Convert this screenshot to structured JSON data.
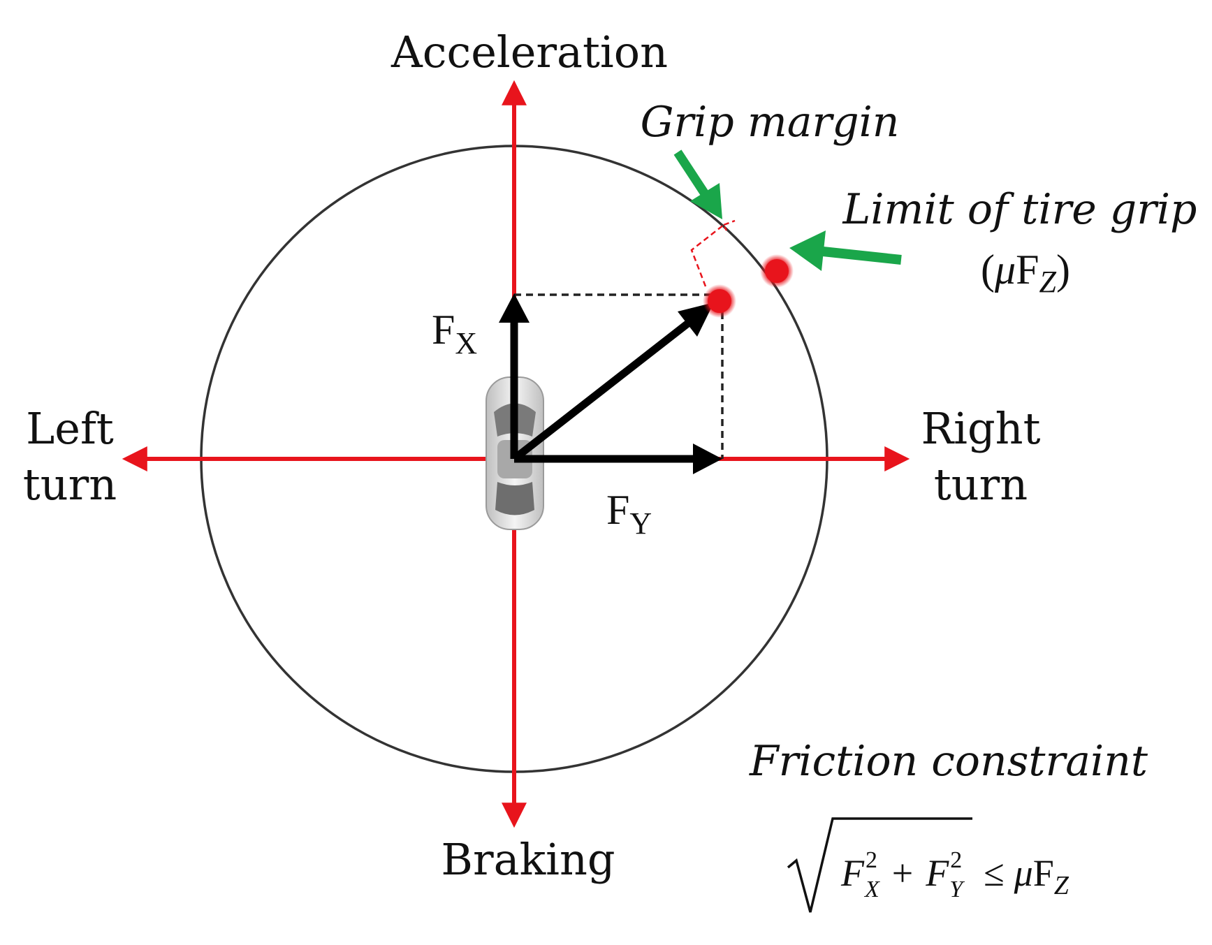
{
  "labels": {
    "acceleration": "Acceleration",
    "braking": "Braking",
    "left_turn_1": "Left",
    "left_turn_2": "turn",
    "right_turn_1": "Right",
    "right_turn_2": "turn",
    "grip_margin": "Grip margin",
    "limit_of_tire_grip": "Limit of tire grip",
    "friction_constraint": "Friction constraint"
  },
  "symbols": {
    "fx_base": "F",
    "fx_sub": "X",
    "fy_base": "F",
    "fy_sub": "Y",
    "mu_open": "(",
    "mu": "μ",
    "mu_f": "F",
    "mu_z": "Z",
    "mu_close": ")"
  },
  "formula": {
    "f1": "F",
    "f1_sup": "2",
    "f1_sub": "X",
    "plus": "+",
    "f2": "F",
    "f2_sup": "2",
    "f2_sub": "Y",
    "leq": "≤",
    "mu": "μ",
    "f3": "F",
    "f3_sub": "Z"
  },
  "colors": {
    "axis": "#e8141c",
    "vector": "#000000",
    "circle": "#333333",
    "pointer": "#1aa64a",
    "dot": "#e8141c"
  },
  "icons": {
    "car": "car-top-view-icon"
  }
}
